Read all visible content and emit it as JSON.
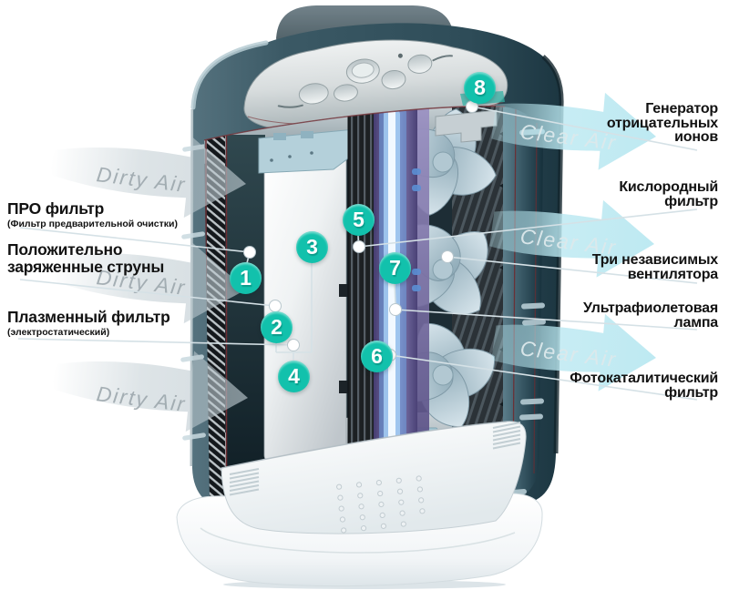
{
  "diagram_subject": "Air purifier cutaway diagram",
  "colors": {
    "accent": "#12c1ac",
    "label_text": "#121212",
    "leader_line": "#d5e1e6",
    "watermark_dirty": "#99a4aa",
    "watermark_clear": "#dde9ec",
    "arrow_dirty": "#bcc9cf",
    "arrow_clean": "#bae8f1",
    "uv_lamp_glow": "#a9d2f6",
    "body_shell": "#35535e"
  },
  "watermarks": {
    "dirty": "Dirty Air",
    "clear": "Clear Air"
  },
  "markers": [
    "1",
    "2",
    "3",
    "4",
    "5",
    "6",
    "7",
    "8"
  ],
  "labels_left": [
    {
      "title": "ПРО фильтр",
      "subtitle": "(Фильтр предварительной очистки)"
    },
    {
      "title": "Положительно\nзаряженные струны",
      "subtitle": ""
    },
    {
      "title": "Плазменный фильтр",
      "subtitle": "(электростатический)"
    }
  ],
  "labels_right": [
    {
      "title": "Генератор\nотрицательных\nионов"
    },
    {
      "title": "Кислородный\nфильтр"
    },
    {
      "title": "Три независимых\nвентилятора"
    },
    {
      "title": "Ультрафиолетовая\nлампа"
    },
    {
      "title": "Фотокаталитический\nфильтр"
    }
  ]
}
